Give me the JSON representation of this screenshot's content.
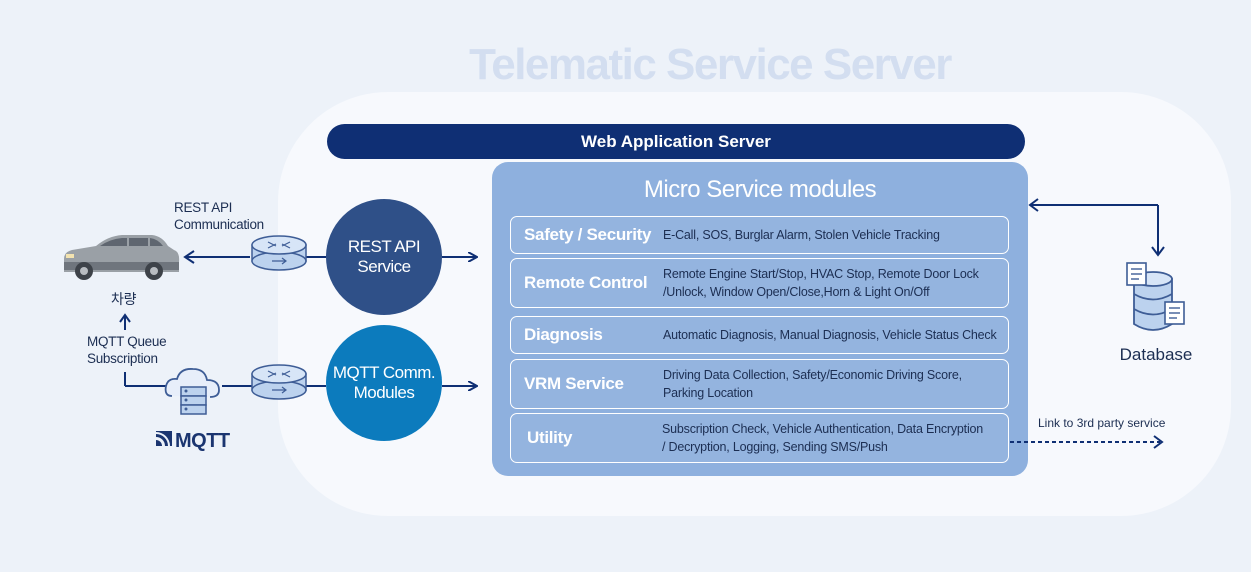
{
  "server_title": "Telematic Service Server",
  "web_app_server": "Web Application Server",
  "micro_title": "Micro Service modules",
  "modules": [
    {
      "name": "Safety / Security",
      "desc1": "E-Call, SOS, Burglar Alarm, Stolen Vehicle Tracking",
      "desc2": ""
    },
    {
      "name": "Remote Control",
      "desc1": "Remote Engine Start/Stop, HVAC Stop, Remote Door Lock",
      "desc2": "/Unlock, Window Open/Close,Horn & Light On/Off"
    },
    {
      "name": "Diagnosis",
      "desc1": "Automatic Diagnosis, Manual Diagnosis, Vehicle Status Check",
      "desc2": ""
    },
    {
      "name": "VRM Service",
      "desc1": "Driving Data Collection, Safety/Economic Driving Score,",
      "desc2": "Parking Location"
    },
    {
      "name": "Utility",
      "desc1": "Subscription Check, Vehicle Authentication, Data Encryption",
      "desc2": " / Decryption, Logging, Sending SMS/Push"
    }
  ],
  "rest_circle": {
    "line1": "REST API",
    "line2": "Service"
  },
  "mqtt_circle": {
    "line1": "MQTT Comm.",
    "line2": "Modules"
  },
  "rest_label": {
    "line1": "REST API",
    "line2": "Communication"
  },
  "vehicle_label": "차량",
  "mqtt_queue_label": {
    "line1": "MQTT Queue",
    "line2": "Subscription"
  },
  "mqtt_logo": "MQTT",
  "database_label": "Database",
  "third_party_label": "Link to 3rd party service",
  "colors": {
    "navy": "#0f2f74",
    "rest": "#2f5088",
    "mqtt": "#0c7bbd",
    "micro": "#8eb0de"
  }
}
